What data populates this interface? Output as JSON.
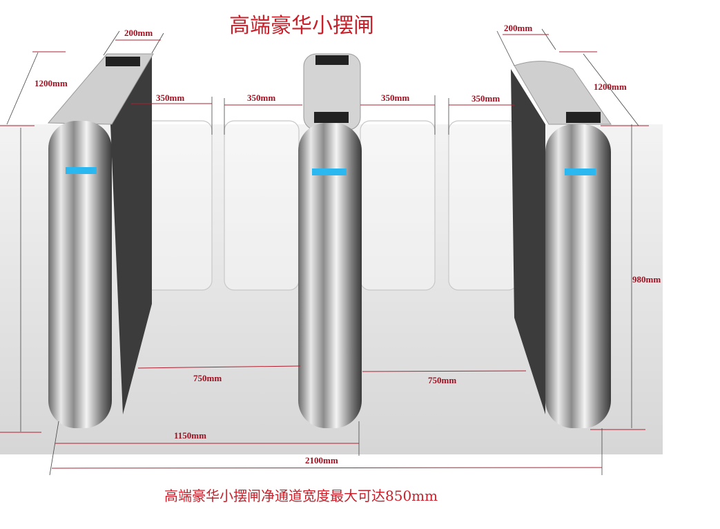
{
  "title": "高端豪华小摆闸",
  "caption": "高端豪华小摆闸净通道宽度最大可达850mm",
  "dimensions": {
    "left_width": "200mm",
    "left_length": "1200mm",
    "right_width": "200mm",
    "right_length": "1200mm",
    "wing_1": "350mm",
    "wing_2": "350mm",
    "wing_3": "350mm",
    "wing_4": "350mm",
    "height": "980mm",
    "lane_1": "750mm",
    "lane_2": "750mm",
    "pitch": "1150mm",
    "overall": "2100mm"
  },
  "colors": {
    "annotation": "#c8202a",
    "led": "#2bb8f0",
    "floor": "#dcdcdc"
  }
}
